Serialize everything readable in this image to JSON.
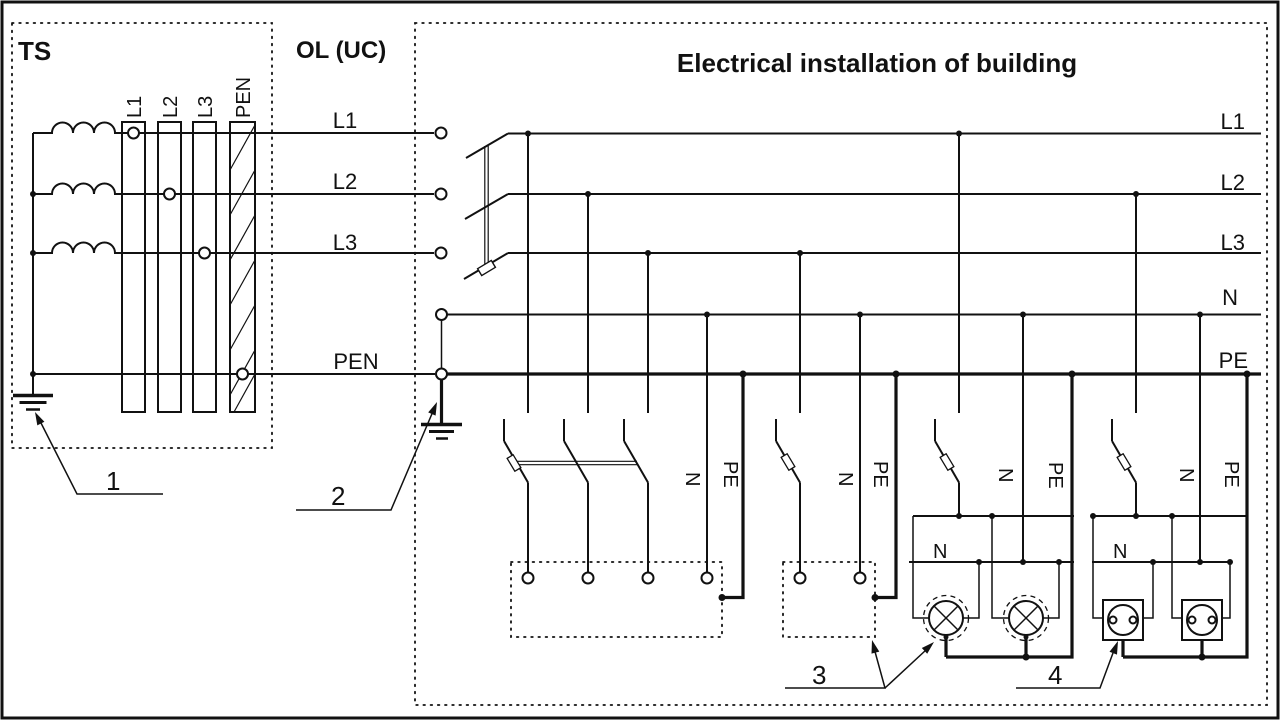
{
  "colors": {
    "ink": "#111111",
    "background": "#ffffff"
  },
  "title": "Electrical installation of building",
  "ts": {
    "label": "TS",
    "busbar_labels": [
      "L1",
      "L2",
      "L3",
      "PEN"
    ]
  },
  "ol": {
    "label": "OL (UC)",
    "line_labels": [
      "L1",
      "L2",
      "L3"
    ],
    "pen_label": "PEN"
  },
  "building": {
    "line_labels": [
      "L1",
      "L2",
      "L3",
      "N",
      "PE"
    ]
  },
  "circuits": {
    "three_phase": {
      "n": "N",
      "pe": "PE"
    },
    "single_phase": {
      "n": "N",
      "pe": "PE"
    },
    "lighting": {
      "n": "N",
      "pe": "PE",
      "n_bus": "N"
    },
    "sockets": {
      "n": "N",
      "pe": "PE",
      "n_bus": "N"
    }
  },
  "callouts": {
    "transformer_earth": "1",
    "building_earth": "2",
    "appliances": "3",
    "socket_outlets": "4"
  }
}
